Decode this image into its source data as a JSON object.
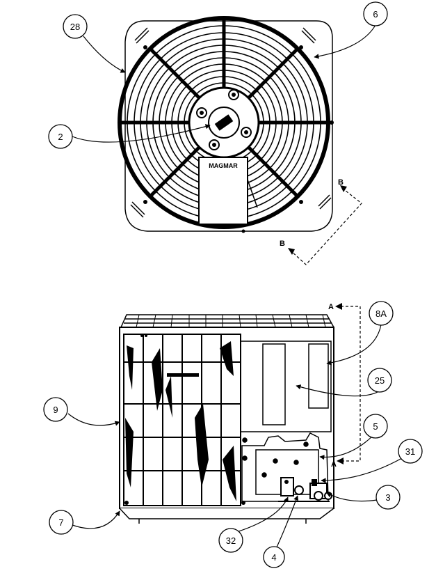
{
  "brand_plate": "MAGMAR",
  "callouts": {
    "c28": "28",
    "c6": "6",
    "c2": "2",
    "c8A": "8A",
    "c25": "25",
    "c9": "9",
    "c5": "5",
    "c31": "31",
    "c3": "3",
    "c7": "7",
    "c32": "32",
    "c4": "4"
  },
  "section_marks": {
    "b_upper": "B",
    "b_lower": "B",
    "a_upper": "A",
    "a_lower": "A"
  }
}
